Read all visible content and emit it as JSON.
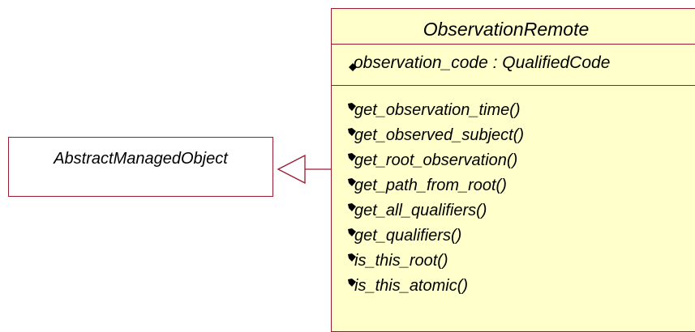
{
  "superclass": {
    "name": "AbstractManagedObject"
  },
  "class": {
    "name": "ObservationRemote",
    "attributes": [
      {
        "text": "observation_code : QualifiedCode"
      }
    ],
    "operations": [
      {
        "text": "get_observation_time()"
      },
      {
        "text": "get_observed_subject()"
      },
      {
        "text": "get_root_observation()"
      },
      {
        "text": "get_path_from_root()"
      },
      {
        "text": "get_all_qualifiers()"
      },
      {
        "text": "get_qualifiers()"
      },
      {
        "text": "is_this_root()"
      },
      {
        "text": "is_this_atomic()"
      }
    ]
  },
  "colors": {
    "border": "#9b1b33",
    "class_fill": "#ffffcc",
    "text": "#000000"
  }
}
